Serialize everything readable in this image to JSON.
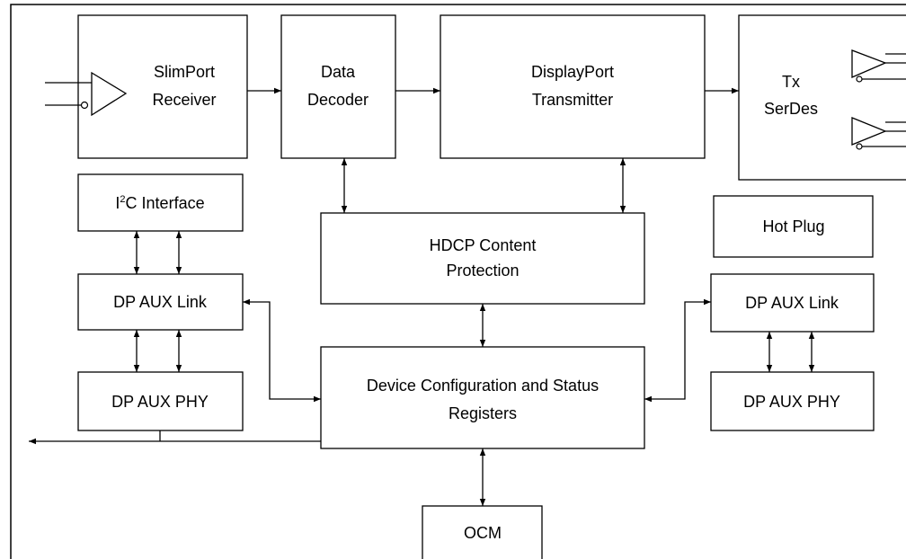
{
  "blocks": {
    "slimport_receiver": [
      "SlimPort",
      "Receiver"
    ],
    "data_decoder": [
      "Data",
      "Decoder"
    ],
    "displayport_transmitter": [
      "DisplayPort",
      "Transmitter"
    ],
    "tx_serdes": [
      "Tx",
      "SerDes"
    ],
    "i2c_interface": {
      "prefix": "I",
      "superscript": "2",
      "suffix": "C Interface"
    },
    "hdcp": [
      "HDCP Content",
      "Protection"
    ],
    "hot_plug": "Hot Plug",
    "dp_aux_link_left": "DP AUX Link",
    "dp_aux_phy_left": "DP AUX PHY",
    "device_config": [
      "Device Configuration and Status",
      "Registers"
    ],
    "dp_aux_link_right": "DP AUX Link",
    "dp_aux_phy_right": "DP AUX PHY",
    "ocm": "OCM"
  }
}
